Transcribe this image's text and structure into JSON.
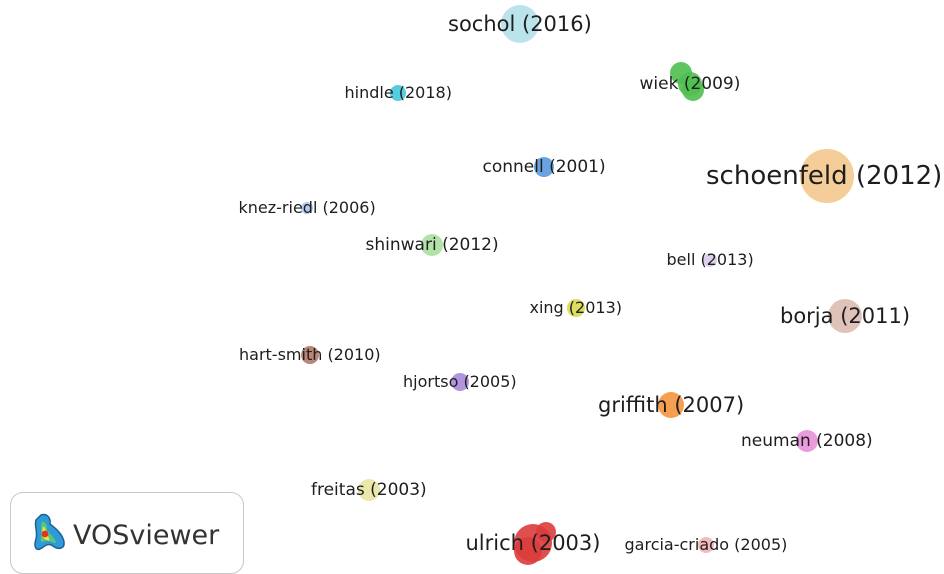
{
  "network": {
    "nodes": [
      {
        "id": "sochol",
        "label": "sochol (2016)",
        "color": "#b4e0ea"
      },
      {
        "id": "hindle",
        "label": "hindle (2018)",
        "color": "#45c6de"
      },
      {
        "id": "wiek",
        "label": "wiek (2009)",
        "color": "#4fbf4f"
      },
      {
        "id": "connell",
        "label": "connell (2001)",
        "color": "#5a99dc"
      },
      {
        "id": "schoenfeld",
        "label": "schoenfeld (2012)",
        "color": "#f4c88e"
      },
      {
        "id": "knez-riedl",
        "label": "knez-riedl (2006)",
        "color": "#a8c4ec"
      },
      {
        "id": "shinwari",
        "label": "shinwari (2012)",
        "color": "#a8e0a0"
      },
      {
        "id": "bell",
        "label": "bell (2013)",
        "color": "#d8cbe8"
      },
      {
        "id": "xing",
        "label": "xing (2013)",
        "color": "#d8d850"
      },
      {
        "id": "borja",
        "label": "borja (2011)",
        "color": "#dcbcb2"
      },
      {
        "id": "hart-smith",
        "label": "hart-smith (2010)",
        "color": "#b07868"
      },
      {
        "id": "hjortso",
        "label": "hjortso (2005)",
        "color": "#a98ad8"
      },
      {
        "id": "griffith",
        "label": "griffith (2007)",
        "color": "#f5943f"
      },
      {
        "id": "neuman",
        "label": "neuman (2008)",
        "color": "#e890d8"
      },
      {
        "id": "freitas",
        "label": "freitas (2003)",
        "color": "#e8e4a4"
      },
      {
        "id": "ulrich",
        "label": "ulrich (2003)",
        "color": "#dc3c3c"
      },
      {
        "id": "garcia-criado",
        "label": "garcia-criado (2005)",
        "color": "#f2b4b8"
      }
    ]
  },
  "brand": {
    "name": "VOSviewer"
  }
}
